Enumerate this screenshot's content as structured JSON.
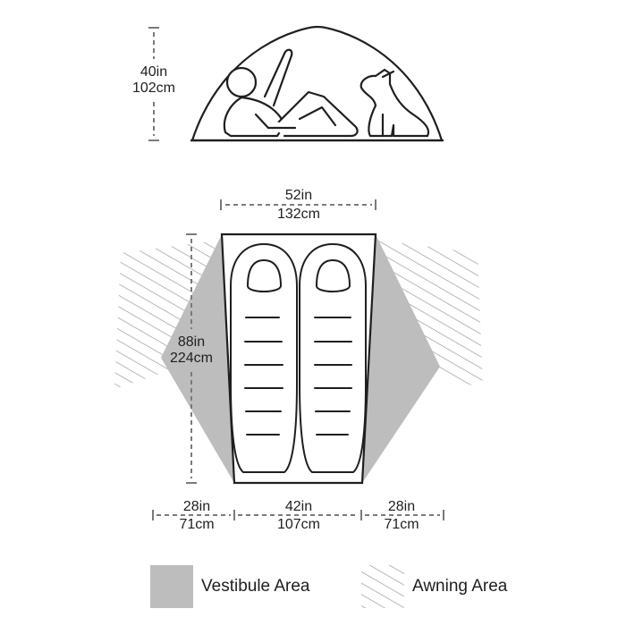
{
  "colors": {
    "outline": "#1f1f1f",
    "dimension_line": "#7a7a7a",
    "vestibule_fill": "#bdbdbd",
    "awning_hatch": "#9a9a9a",
    "floor_fill": "#ffffff"
  },
  "icons": {
    "person": "reclining-person-icon",
    "dog": "sitting-dog-icon",
    "sleeping_bag": "sleeping-bag-icon"
  },
  "dimensions": {
    "height": {
      "imperial": "40in",
      "metric": "102cm"
    },
    "head_width": {
      "imperial": "52in",
      "metric": "132cm"
    },
    "length": {
      "imperial": "88in",
      "metric": "224cm"
    },
    "left_vestibule": {
      "imperial": "28in",
      "metric": "71cm"
    },
    "foot_width": {
      "imperial": "42in",
      "metric": "107cm"
    },
    "right_vestibule": {
      "imperial": "28in",
      "metric": "71cm"
    }
  },
  "legend": {
    "vestibule_label": "Vestibule Area",
    "awning_label": "Awning Area"
  }
}
